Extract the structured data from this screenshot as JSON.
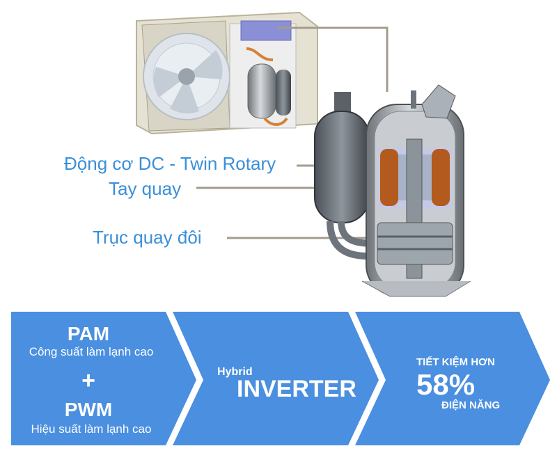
{
  "callouts": {
    "motor": "Động cơ DC - Twin Rotary",
    "crank": "Tay quay",
    "shaft": "Trục quay đôi"
  },
  "banner": {
    "pam_title": "PAM",
    "pam_desc": "Công suất làm lạnh cao",
    "plus": "+",
    "pwm_title": "PWM",
    "pwm_desc": "Hiệu suất làm lạnh cao",
    "hybrid": "Hybrid",
    "inverter": "INVERTER",
    "save_top": "TIẾT KIỆM HƠN",
    "save_pct": "58%",
    "save_bottom": "ĐIỆN NĂNG"
  },
  "colors": {
    "callout_text": "#3a8fd8",
    "banner_blue": "#4a8fe0",
    "banner_blue_light": "#5aa0ea",
    "banner_text": "#ffffff"
  }
}
